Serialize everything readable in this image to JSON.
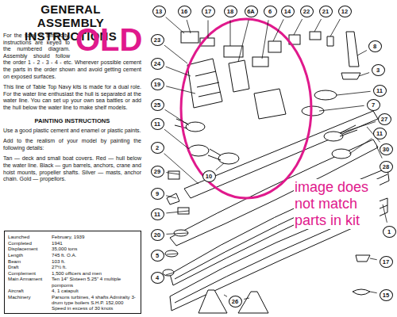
{
  "diagram": {
    "title": "GENERAL ASSEMBLY INSTRUCTIONS",
    "nodes": [
      {
        "text": [
          "Launched",
          "February, 1939",
          "Completed",
          "1941",
          "Displacement",
          "35,000 tons",
          "Length",
          "745 ft. O.A.",
          "Beam",
          "103 ft.",
          "Draft",
          "27½ ft.",
          "Complement",
          "1,500 officers and men",
          "Main Armament",
          "Ten 14\" Sixteen 5.25\" 4 multiple pompoms",
          "Aircraft",
          "4, 1 catapult",
          "Machinery",
          "Parsons turbines, 4 shafts Admiralty 3-drum type boilers S.H.P. 152,000 Speed in excess of 30 knots"
        ]
      }
    ],
    "labels": [
      "For the sake of simplicity, instructions are keyed to the numbered diagram. Assembly should follow the order 1 - 2 - 3 - 4 - etc. Wherever possible cement the parts in the order shown and avoid getting cement on exposed surfaces.",
      "This line of Table Top Navy kits is made for a dual role. For the water line enthusiast the hull is separated at the water line. You can set up your own sea battles or add the hull below the water line to make shelf models.",
      "PAINTING INSTRUCTIONS",
      "Use a good plastic cement and enamel or plastic paints.",
      "Add to the realism of your model by painting the following details:",
      "Tan — deck and small boat covers. Red — hull below the water line. Black — gun barrels, anchors, crane and hoist mounts, propeller shafts. Silver — masts, anchor chain. Gold — propellors.",
      "OLD",
      "image does not match parts in kit",
      "13",
      "16",
      "17",
      "18",
      "6A",
      "6",
      "14",
      "22",
      "21",
      "12",
      "23",
      "8",
      "24",
      "3",
      "19",
      "11",
      "25",
      "7",
      "27",
      "11",
      "11",
      "2",
      "30",
      "28",
      "29",
      "10",
      "9",
      "11",
      "20",
      "1",
      "5",
      "17",
      "4",
      "26",
      "15"
    ]
  }
}
